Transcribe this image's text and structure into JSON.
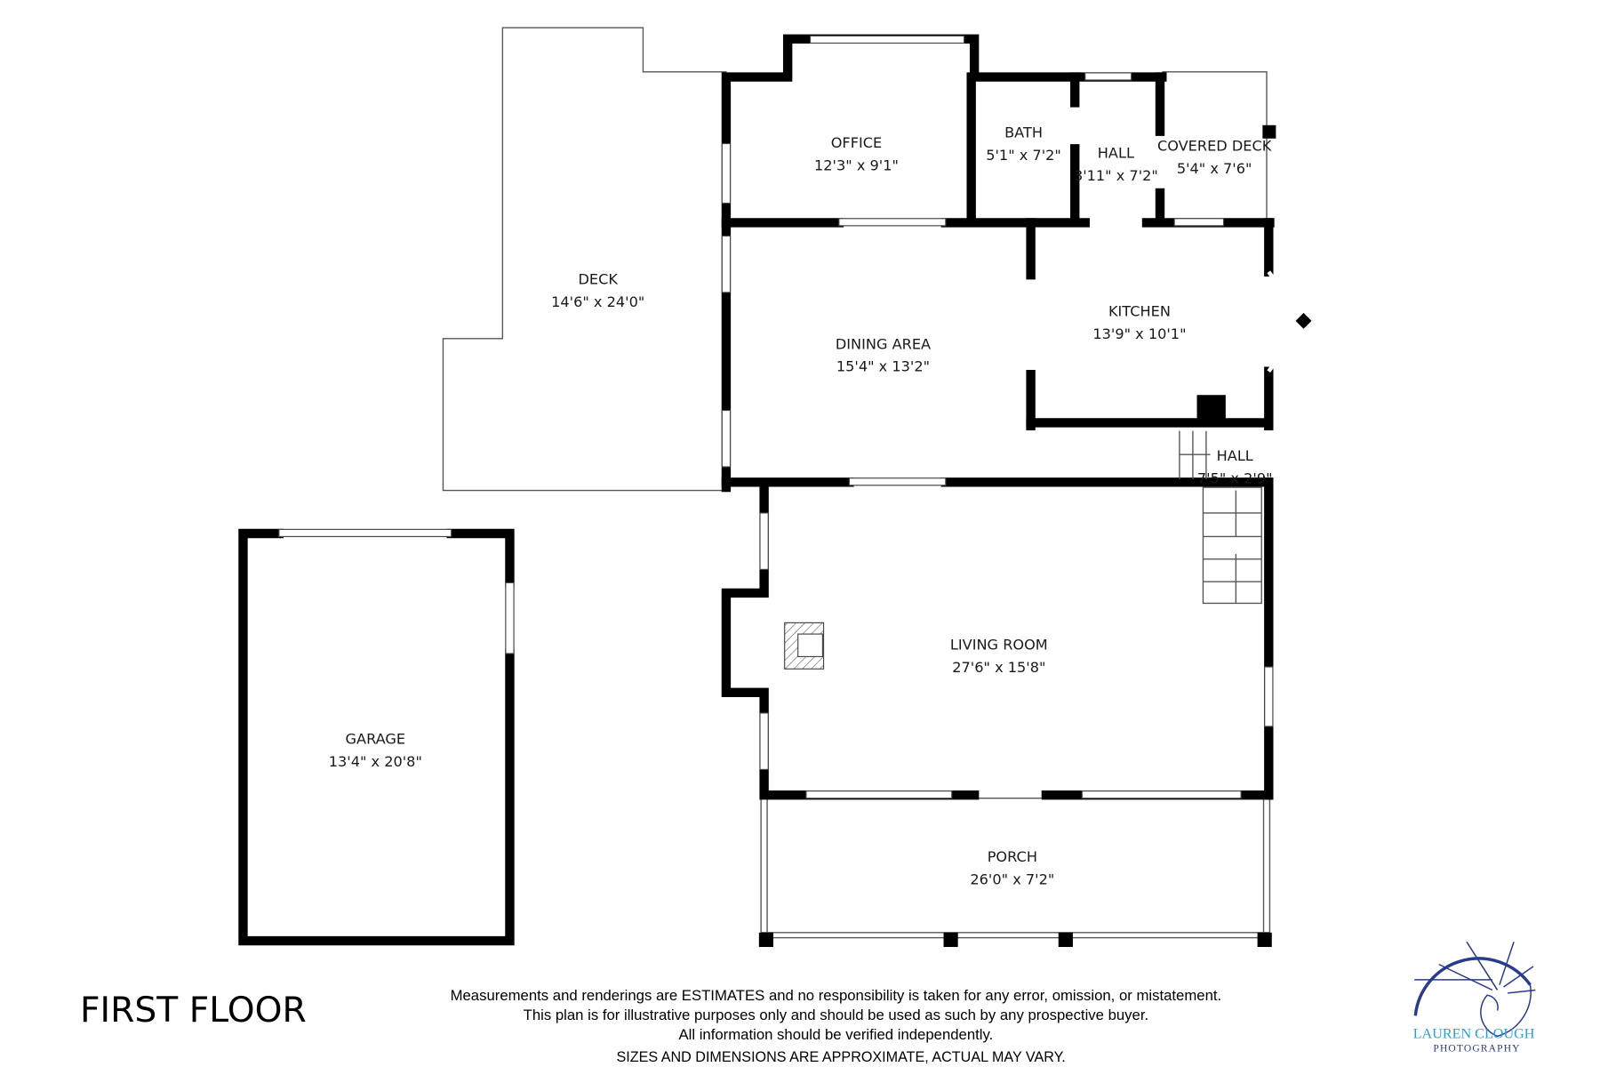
{
  "floor_title": "FIRST FLOOR",
  "rooms": [
    {
      "name": "OFFICE",
      "size": "12'3\" x 9'1\""
    },
    {
      "name": "BATH",
      "size": "5'1\" x 7'2\""
    },
    {
      "name": "HALL",
      "size": "3'11\" x 7'2\""
    },
    {
      "name": "COVERED DECK",
      "size": "5'4\" x 7'6\""
    },
    {
      "name": "DECK",
      "size": "14'6\" x 24'0\""
    },
    {
      "name": "KITCHEN",
      "size": "13'9\" x 10'1\""
    },
    {
      "name": "DINING AREA",
      "size": "15'4\" x 13'2\""
    },
    {
      "name": "HALL",
      "size": "7'5\" x 2'9\""
    },
    {
      "name": "LIVING ROOM",
      "size": "27'6\" x 15'8\""
    },
    {
      "name": "GARAGE",
      "size": "13'4\" x 20'8\""
    },
    {
      "name": "PORCH",
      "size": "26'0\" x 7'2\""
    }
  ],
  "disclaimer": [
    "Measurements and renderings are ESTIMATES and no responsibility is taken for any error, omission, or mistatement.",
    "This plan is for illustrative purposes only and should be used as such by any prospective buyer.",
    "All information should be verified independently."
  ],
  "approx_note": "SIZES AND DIMENSIONS ARE APPROXIMATE, ACTUAL MAY VARY.",
  "logo": {
    "line1": "LAUREN CLOUGH",
    "line2": "PHOTOGRAPHY",
    "color1": "#2a9fd6",
    "color2": "#2a3a8c"
  }
}
